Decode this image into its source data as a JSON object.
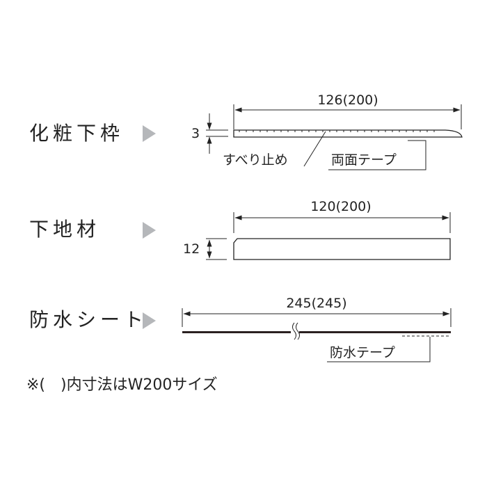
{
  "rows": [
    {
      "name": "化粧下枠",
      "width_label": "126(200)",
      "thickness_label": "3",
      "callouts": [
        "すべり止め",
        "両面テープ"
      ]
    },
    {
      "name": "下地材",
      "width_label": "120(200)",
      "thickness_label": "12"
    },
    {
      "name": "防水シート",
      "width_label": "245(245)",
      "callouts": [
        "防水テープ"
      ]
    }
  ],
  "footer_note": "※(　)内寸法はW200サイズ",
  "colors": {
    "line": "#222222",
    "marker": "#b5b7ba",
    "sheet": "#2a2020"
  }
}
